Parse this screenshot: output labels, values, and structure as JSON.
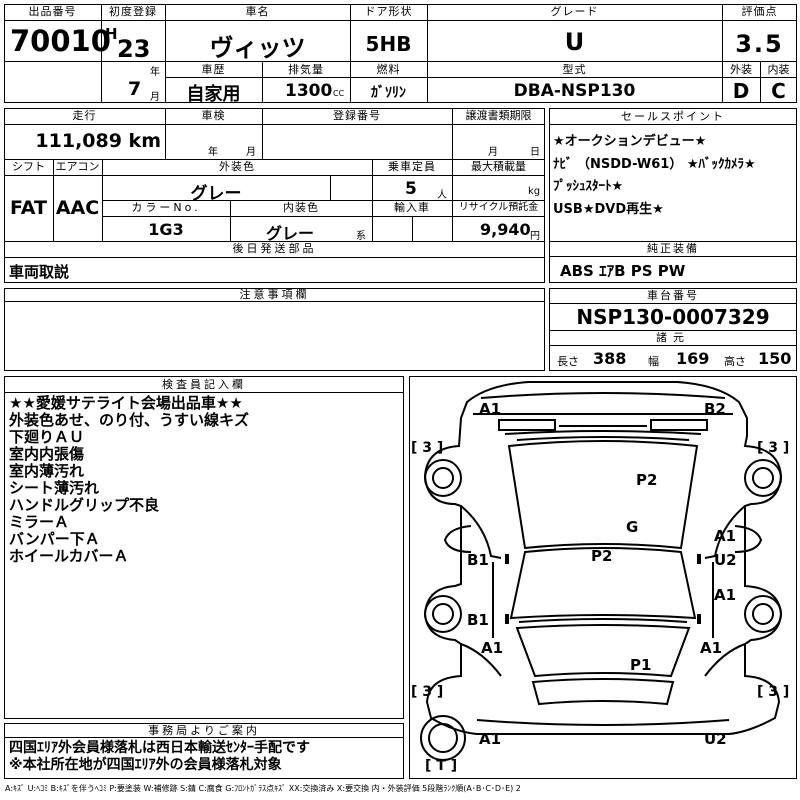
{
  "header": {
    "lot_label": "出品番号",
    "lot_no": "70010",
    "first_reg_label": "初度登録",
    "era": "H",
    "year": "23",
    "year_unit": "年",
    "month": "7",
    "month_unit": "月",
    "car_name_label": "車名",
    "car_name": "ヴィッツ",
    "door_label": "ドア形状",
    "door": "5HB",
    "grade_label": "グレード",
    "grade": "U",
    "score_label": "評価点",
    "score": "3.5",
    "history_label": "車歴",
    "history": "自家用",
    "displacement_label": "排気量",
    "displacement": "1300",
    "displacement_unit": "CC",
    "fuel_label": "燃料",
    "fuel": "ｶﾞｿﾘﾝ",
    "model_label": "型式",
    "model": "DBA-NSP130",
    "exterior_label": "外装",
    "exterior": "D",
    "interior_label": "内装",
    "interior": "C"
  },
  "mid": {
    "mileage_label": "走行",
    "mileage": "111,089 km",
    "inspection_label": "車検",
    "year_unit": "年",
    "month_unit": "月",
    "registration_label": "登録番号",
    "transfer_label": "譲渡書類期限",
    "transfer_month": "月",
    "transfer_day": "日",
    "shift_label": "シフト",
    "shift": "FAT",
    "ac_label": "エアコン",
    "ac": "AAC",
    "ext_color_label": "外装色",
    "ext_color": "グレー",
    "capacity_label": "乗車定員",
    "capacity": "5",
    "capacity_unit": "人",
    "load_label": "最大積載量",
    "load_unit": "kg",
    "color_no_label": "カラーNo.",
    "color_no": "1G3",
    "int_color_label": "内装色",
    "int_color": "グレー",
    "int_color_unit": "系",
    "import_label": "輸入車",
    "recycle_label": "リサイクル預託金",
    "recycle": "9,940",
    "recycle_unit": "円",
    "later_label": "後日発送部品",
    "later": "車両取説",
    "notes_label": "注意事項欄"
  },
  "sales": {
    "label": "セールスポイント",
    "lines": [
      "★オークションデビュー★",
      "ﾅﾋﾞ （NSDD-W61） ★ﾊﾞｯｸｶﾒﾗ★",
      "ﾌﾟｯｼｭｽﾀｰﾄ★",
      "USB★DVD再生★"
    ]
  },
  "equipment": {
    "label": "純正装備",
    "value": "ABS ｴｱB PS PW"
  },
  "chassis": {
    "label": "車台番号",
    "value": "NSP130-0007329",
    "specs_label": "諸元",
    "length_label": "長さ",
    "length": "388",
    "width_label": "幅",
    "width": "169",
    "height_label": "高さ",
    "height": "150"
  },
  "inspector": {
    "label": "検査員記入欄",
    "lines": [
      "★★愛媛サテライト会場出品車★★",
      "外装色あせ、のり付、うすい線キズ",
      "下廻りＡＵ",
      "室内内張傷",
      "室内薄汚れ",
      "シート薄汚れ",
      "ハンドルグリップ不良",
      "ミラーＡ",
      "バンパー下Ａ",
      "ホイールカバーＡ"
    ]
  },
  "office": {
    "label": "事務局よりご案内",
    "lines": [
      "四国ｴﾘｱ外会員様落札は西日本輸送ｾﾝﾀｰ手配です",
      "※本社所在地が四国ｴﾘｱ外の会員様落札対象"
    ]
  },
  "diagram": {
    "marks": {
      "a1_tl": "A1",
      "b2_tr": "B2",
      "p2_hood": "P2",
      "g_glass": "G",
      "b1_l1": "B1",
      "p2_roof": "P2",
      "a1_r1": "A1",
      "u2_r1": "U2",
      "a1_r2": "A1",
      "b1_l2": "B1",
      "a1_l3": "A1",
      "a1_r3": "A1",
      "p1_trunk": "P1",
      "a1_bl": "A1",
      "u2_br": "U2"
    },
    "tires": {
      "fl": "[ 3 ]",
      "fr": "[ 3 ]",
      "rl": "[ 3 ]",
      "rr": "[ 3 ]",
      "spare": "[ T ]"
    }
  },
  "legend": "A:ｷｽﾞ U:ﾍｺﾐ B:ｷｽﾞを伴うﾍｺﾐ P:要塗装 W:補修跡 S:錆 C:腐食 G:ﾌﾛﾝﾄｶﾞﾗｽ点ｷｽﾞ XX:交換済み X:要交換 内・外装評価 5段階ﾗﾝｸ順(A･B･C･D･E) 2"
}
